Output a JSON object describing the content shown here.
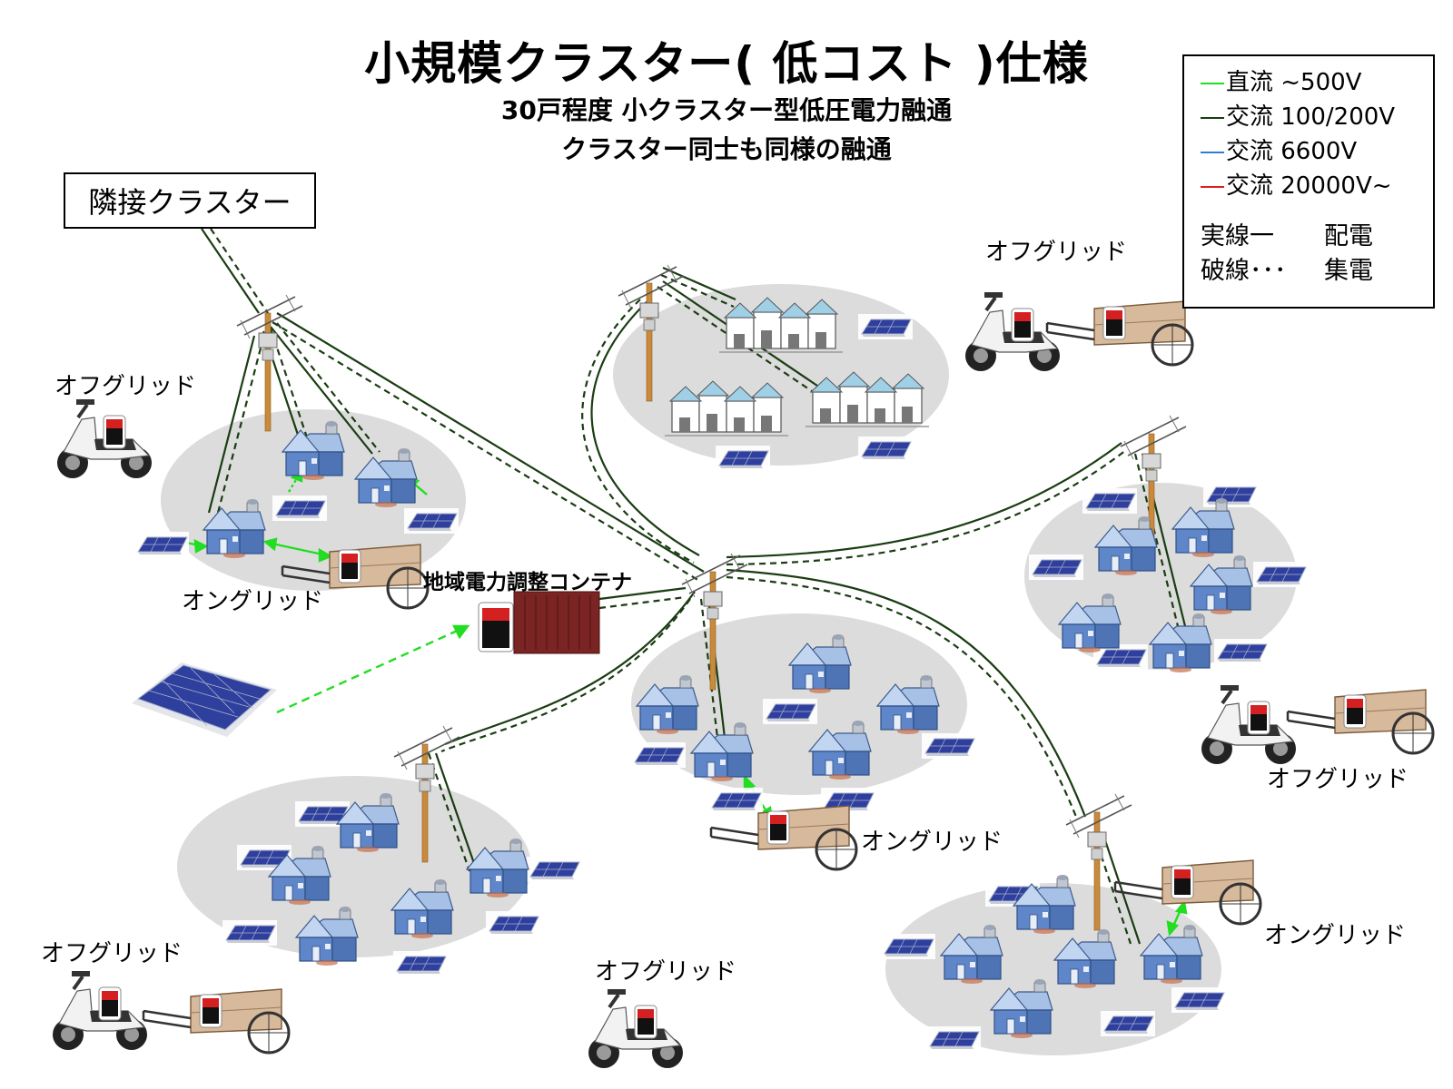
{
  "title": "小規模クラスター( 低コスト )仕様",
  "subtitle_lines": [
    "30戸程度 小クラスター型低圧電力融通",
    "クラスター同士も同様の融通"
  ],
  "neighbor_cluster": "隣接クラスター",
  "legend": {
    "items": [
      {
        "label": "直流 ~500V",
        "color": "#22dd22"
      },
      {
        "label": "交流 100/200V",
        "color": "#1a3d12"
      },
      {
        "label": "交流 6600V",
        "color": "#2e7fd4"
      },
      {
        "label": "交流 20000V~",
        "color": "#e02020"
      }
    ],
    "notes": [
      {
        "line": "実線一",
        "meaning": "配電"
      },
      {
        "line": "破線･･･",
        "meaning": "集電"
      }
    ]
  },
  "container_label": "地域電力調整コンテナ",
  "labels": {
    "offgrid": "オフグリッド",
    "ongrid": "オングリッド"
  },
  "colors": {
    "ac_line": "#1a3d12",
    "dc_line": "#22dd22",
    "cluster_bg": "#dcdcdc",
    "house_wall": "#5f86c8",
    "house_roof": "#a7c0e6",
    "solar_panel": "#2e3f9e",
    "pole": "#c98a3b",
    "container": "#7a2424"
  }
}
